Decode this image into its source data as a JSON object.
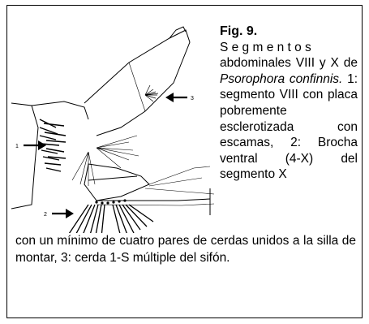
{
  "figure": {
    "label": "Fig. 9.",
    "caption": {
      "word_segmentos": "Segmentos",
      "text_1": " abdominales VIII y X de ",
      "species": "Psorophora confinnis.",
      "text_2": " 1: segmento VIII con placa pobremente esclerotizada con escamas, 2: Brocha ventral (4-X) del segmento X",
      "text_continued": "con un mínimo de cuatro pares de cerdas unidos a la silla de montar, 3: cerda 1-S múltiple del sifón."
    },
    "callouts": [
      "1",
      "2",
      "3"
    ]
  }
}
